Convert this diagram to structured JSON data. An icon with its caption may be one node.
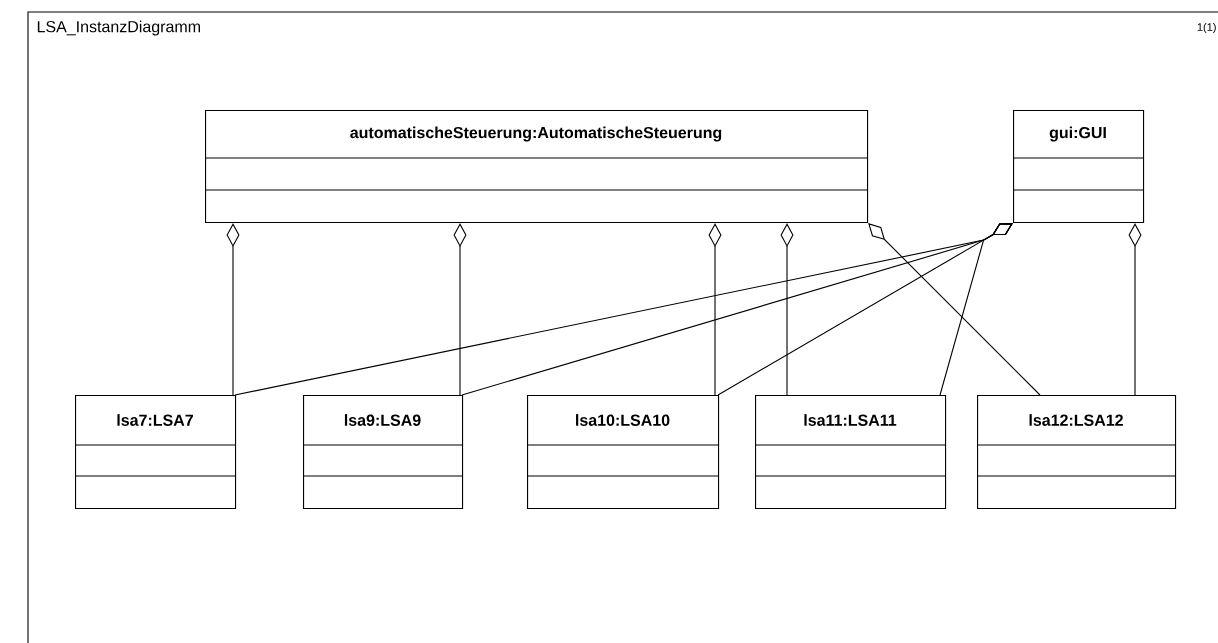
{
  "diagram": {
    "title": "LSA_InstanzDiagramm",
    "nodes": [
      {
        "text": [
          "automatischeSteuerung:AutomatischeSteuerung"
        ]
      },
      {
        "text": [
          "gui:GUI"
        ]
      },
      {
        "text": [
          "lsa7:LSA7"
        ]
      },
      {
        "text": [
          "lsa9:LSA9"
        ]
      },
      {
        "text": [
          "lsa10:LSA10"
        ]
      },
      {
        "text": [
          "lsa11:LSA11"
        ]
      },
      {
        "text": [
          "lsa12:LSA12"
        ]
      }
    ],
    "edges": [
      {
        "from": 0,
        "to": 2,
        "arrow": "other"
      },
      {
        "from": 0,
        "to": 3,
        "arrow": "other"
      },
      {
        "from": 0,
        "to": 4,
        "arrow": "other"
      },
      {
        "from": 0,
        "to": 5,
        "arrow": "other"
      },
      {
        "from": 0,
        "to": 6,
        "arrow": "other"
      },
      {
        "from": 1,
        "to": 2,
        "arrow": "other"
      },
      {
        "from": 1,
        "to": 3,
        "arrow": "other"
      },
      {
        "from": 1,
        "to": 4,
        "arrow": "other"
      },
      {
        "from": 1,
        "to": 5,
        "arrow": "other"
      },
      {
        "from": 1,
        "to": 6,
        "arrow": "other"
      }
    ],
    "labels": [
      "1(1)"
    ]
  }
}
